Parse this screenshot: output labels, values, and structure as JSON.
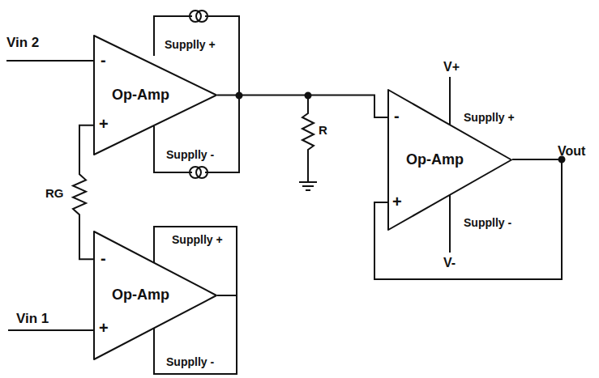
{
  "diagram": {
    "nodes": [
      {
        "text": [
          "Op-Amp"
        ]
      },
      {
        "text": [
          "Op-Amp"
        ]
      },
      {
        "text": [
          "Op-Amp"
        ]
      }
    ],
    "edges": [
      {
        "from": 0,
        "to": 2,
        "arrow": "none"
      },
      {
        "from": 1,
        "to": 0,
        "label": "RG",
        "arrow": "none"
      }
    ],
    "labels": [
      "Vin 2",
      "-",
      "+",
      "Supplly +",
      "Supplly -",
      "R",
      "V+",
      "Supplly +",
      "-",
      "Vout",
      "+",
      "Supplly -",
      "V-",
      "-",
      "Supplly +",
      "Vin 1",
      "+",
      "Supplly -"
    ]
  }
}
